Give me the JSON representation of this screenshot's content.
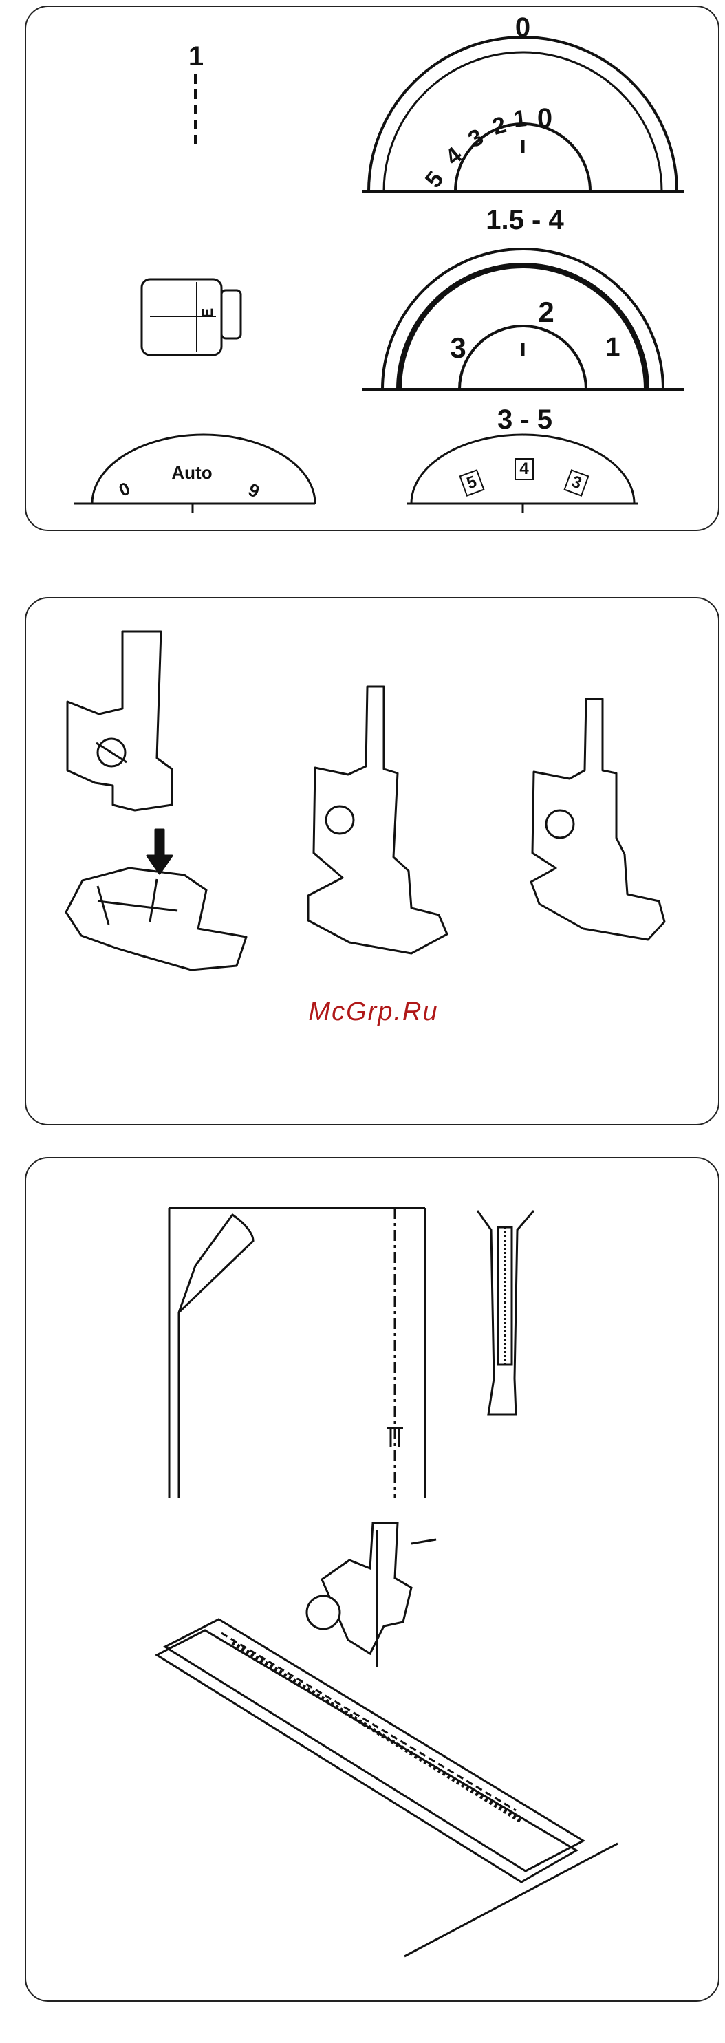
{
  "panel1": {
    "stitch_pattern": "1",
    "dial_top_title": "0",
    "dial_top_numbers": [
      "5",
      "4",
      "3",
      "2",
      "1",
      "0"
    ],
    "dial_mid_title": "1.5 - 4",
    "dial_mid_numbers": [
      "3",
      "2",
      "1"
    ],
    "dial_bot_title": "3 - 5",
    "dial_bot_numbers": [
      "5",
      "4",
      "3"
    ],
    "tension_dial": {
      "left": "0",
      "center": "Auto",
      "right": "9"
    },
    "foot_letter": "E"
  },
  "panel2": {
    "watermark": "McGrp.Ru"
  }
}
